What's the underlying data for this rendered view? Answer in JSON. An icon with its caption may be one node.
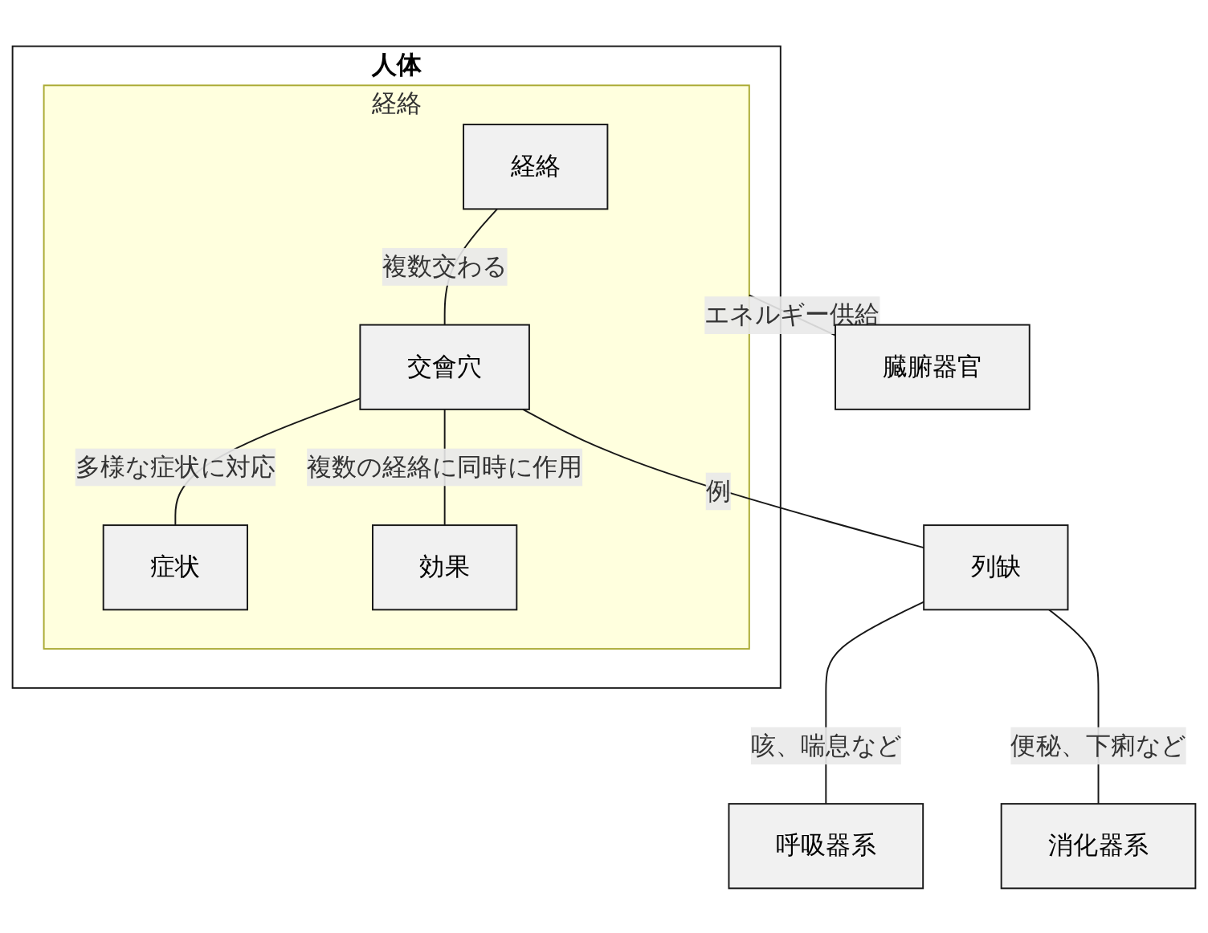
{
  "diagram": {
    "nodes": [
      {
        "text": [
          "人体"
        ]
      },
      {
        "text": [
          "経絡"
        ],
        "in": 0
      },
      {
        "text": [
          "経絡"
        ],
        "in": 1
      },
      {
        "text": [
          "交會穴"
        ],
        "in": 1
      },
      {
        "text": [
          "症状"
        ],
        "in": 1
      },
      {
        "text": [
          "効果"
        ],
        "in": 1
      },
      {
        "text": [
          "臓腑器官"
        ]
      },
      {
        "text": [
          "列缺"
        ]
      },
      {
        "text": [
          "呼吸器系"
        ]
      },
      {
        "text": [
          "消化器系"
        ]
      }
    ],
    "edges": [
      {
        "from": 2,
        "to": 3,
        "arrow": "none",
        "label": "複数交わる"
      },
      {
        "from": 1,
        "to": 6,
        "arrow": "none",
        "label": "エネルギー供給"
      },
      {
        "from": 3,
        "to": 4,
        "arrow": "none",
        "label": "多様な症状に対応"
      },
      {
        "from": 3,
        "to": 5,
        "arrow": "none",
        "label": "複数の経絡に同時に作用"
      },
      {
        "from": 3,
        "to": 7,
        "arrow": "none",
        "label": "例"
      },
      {
        "from": 7,
        "to": 8,
        "arrow": "none",
        "label": "咳、喘息など"
      },
      {
        "from": 7,
        "to": 9,
        "arrow": "none",
        "label": "便秘、下痢など"
      }
    ]
  }
}
